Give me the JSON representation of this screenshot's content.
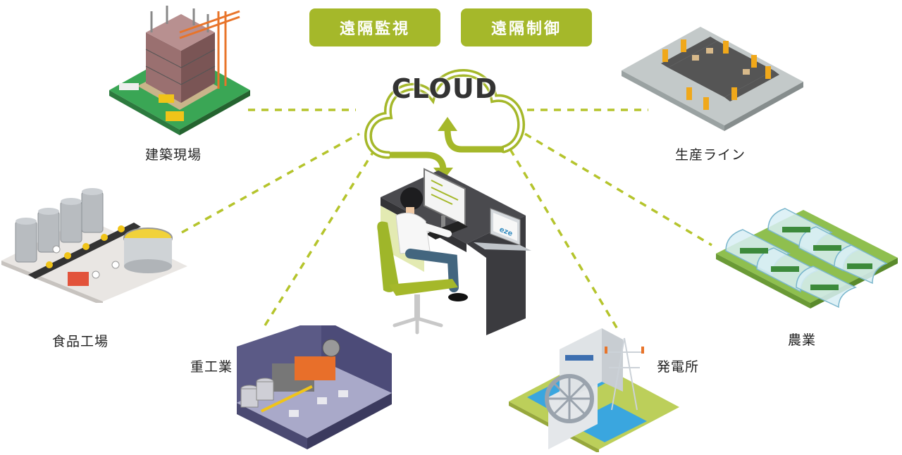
{
  "pills": {
    "remote_monitoring": "遠隔監視",
    "remote_control": "遠隔制御"
  },
  "cloud": {
    "label": "CLOUD"
  },
  "laptop_logo": "eze",
  "sites": {
    "construction": "建築現場",
    "production_line": "生産ライン",
    "food_factory": "食品工場",
    "agriculture": "農業",
    "heavy_industry": "重工業",
    "power_plant": "発電所"
  },
  "colors": {
    "accent": "#a5b82a",
    "dash": "#b5c42c",
    "cloud_outline": "#a5b82a",
    "chair": "#9fb62a"
  }
}
